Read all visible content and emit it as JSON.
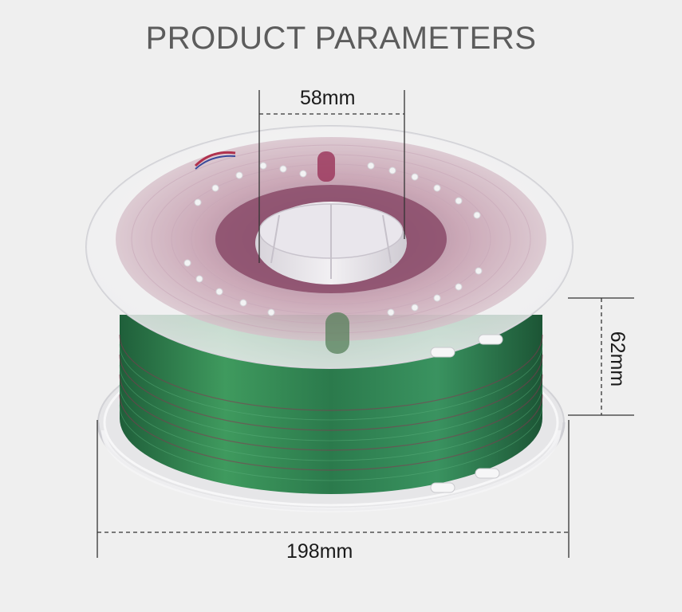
{
  "title": "PRODUCT PARAMETERS",
  "dimensions": {
    "inner_diameter": "58mm",
    "height": "62mm",
    "outer_diameter": "198mm"
  },
  "colors": {
    "background": "#efefef",
    "filament_green": "#2f7a4a",
    "filament_magenta": "#9a3a5c",
    "title_gray": "#5c5c5c"
  }
}
